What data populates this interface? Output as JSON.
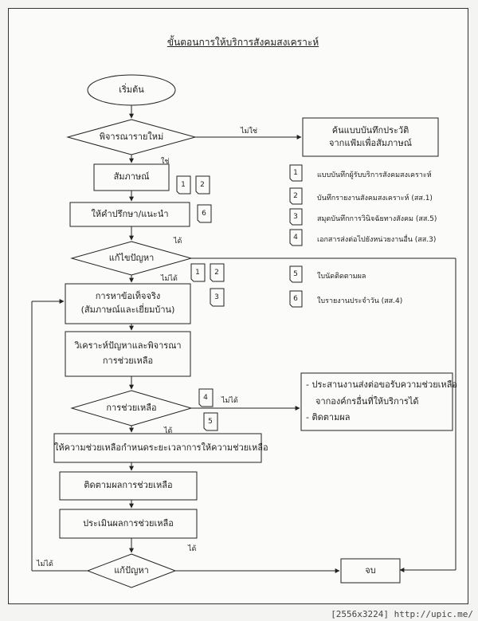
{
  "title": "ขั้นตอนการให้บริการสังคมสงเคราะห์",
  "nodes": {
    "start": "เริ่มต้น",
    "consider_new": "พิจารณารายใหม่",
    "search_history_1": "ค้นแบบบันทึกประวัติ",
    "search_history_2": "จากแฟ้มเพื่อสัมภาษณ์",
    "interview": "สัมภาษณ์",
    "counsel": "ให้คำปรึกษา/แนะนำ",
    "solved_1": "แก้ไขปัญหา",
    "fact_find_1": "การหาข้อเท็จจริง",
    "fact_find_2": "(สัมภาษณ์และเยี่ยมบ้าน)",
    "analyze_1": "วิเคราะห์ปัญหาและพิจารณา",
    "analyze_2": "การช่วยเหลือ",
    "assist": "การช่วยเหลือ",
    "coord_1": "- ประสานงานส่งต่อขอรับความช่วยเหลือ",
    "coord_2": "จากองค์กรอื่นที่ให้บริการได้",
    "coord_3": "- ติดตามผล",
    "provide_help": "ให้ความช่วยเหลือกำหนดระยะเวลาการให้ความช่วยเหลือ",
    "follow_up": "ติดตามผลการช่วยเหลือ",
    "evaluate": "ประเมินผลการช่วยเหลือ",
    "solved_2": "แก้ปัญหา",
    "end": "จบ"
  },
  "edge_labels": {
    "no": "ไม่ใช่",
    "yes": "ใช่",
    "solved_yes": "ได้",
    "not_solved": "ไม่ได้"
  },
  "doc_numbers": [
    "1",
    "2",
    "3",
    "4",
    "5",
    "6"
  ],
  "legend": [
    {
      "num": "1",
      "text": "แบบบันทึกผู้รับบริการสังคมสงเคราะห์"
    },
    {
      "num": "2",
      "text": "บันทึกรายงานสังคมสงเคราะห์ (สส.1)"
    },
    {
      "num": "3",
      "text": "สมุดบันทึกการวินิจฉัยทางสังคม (สส.5)"
    },
    {
      "num": "4",
      "text": "เอกสารส่งต่อไปยังหน่วยงานอื่น (สส.3)"
    },
    {
      "num": "5",
      "text": "ใบนัดติดตามผล"
    },
    {
      "num": "6",
      "text": "ใบรายงานประจำวัน (สส.4)"
    }
  ],
  "watermark": "[2556x3224] http://upic.me/"
}
